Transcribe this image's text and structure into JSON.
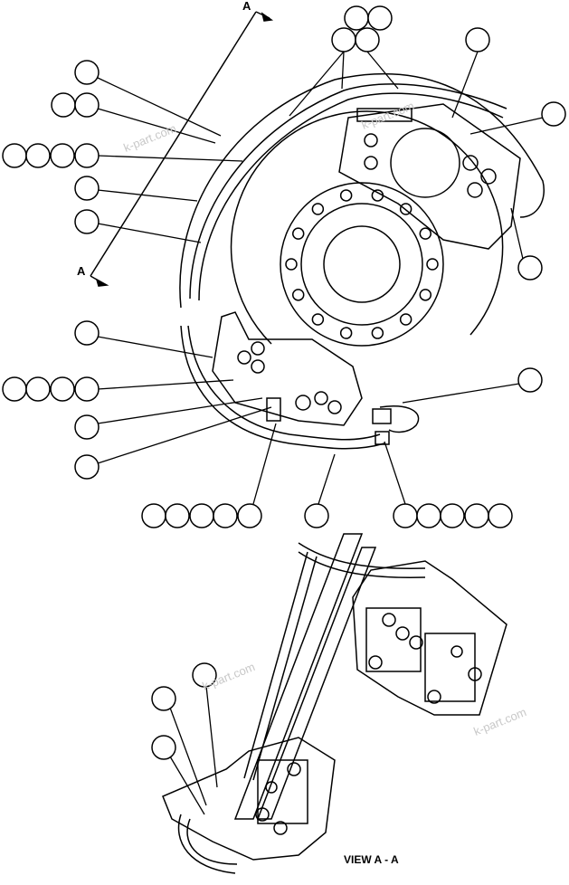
{
  "section_marker_top": "A",
  "section_marker_bottom": "A",
  "view_label": "VIEW A - A",
  "watermarks": [
    "k-part.com",
    "k-part.com",
    "k-part.com",
    "k-part.com"
  ],
  "line_color": "#000000",
  "watermark_color": "#c8c8c8"
}
